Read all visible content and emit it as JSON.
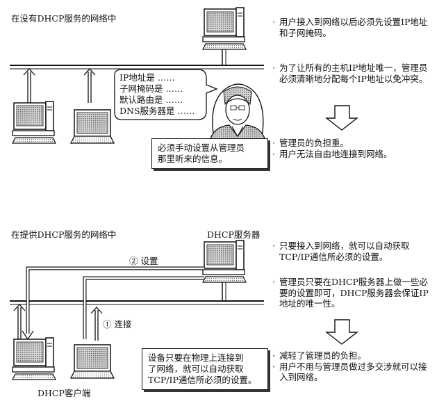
{
  "top": {
    "title": "在没有DHCP服务的网络中",
    "bubble_lines": [
      "IP地址是 ……",
      "子网掩码是 ……",
      "默认路由是 ……",
      "DNS服务器是 ……"
    ],
    "box_lines": [
      "必须手动设置从管理员",
      "那里听来的信息。"
    ],
    "notes": [
      "用户接入到网络以后必须先设置IP地址和子网掩码。",
      "为了让所有的主机IP地址唯一，管理员必须清晰地分配每个IP地址以免冲突。"
    ],
    "results": [
      "管理员的负担重。",
      "用户无法自由地连接到网络。"
    ]
  },
  "bottom": {
    "title": "在提供DHCP服务的网络中",
    "server_label": "DHCP服务器",
    "step2_label": "② 设置",
    "step1_label": "① 连接",
    "client_label": "DHCP客户端",
    "box_lines": [
      "设备只要在物理上连接到",
      "了网络，就可以自动获取",
      "TCP/IP通信所必须的设置。"
    ],
    "notes": [
      "只要接入到网络，就可以自动获取TCP/IP通信所必须的设置。",
      "管理员只要在DHCP服务器上做一些必要的设置即可，DHCP服务器会保证IP地址的唯一性。"
    ],
    "results": [
      "减轻了管理员的负担。",
      "用户不用与管理员做过多交涉就可以接入到网络。"
    ]
  },
  "bullet": "·"
}
